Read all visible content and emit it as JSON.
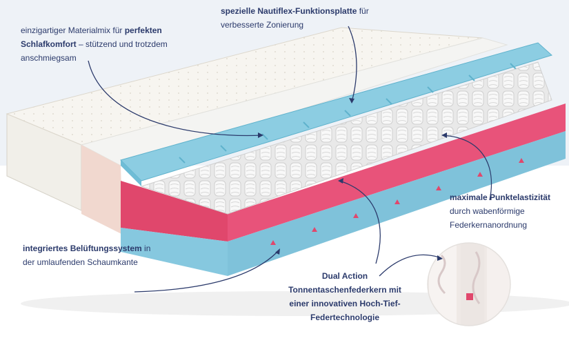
{
  "annotations": {
    "material": {
      "prefix": "einzigartiger Materialmix für ",
      "bold": "perfekten Schlafkomfort",
      "suffix": " – stützend und trotzdem anschmiegsam"
    },
    "nautiflex": {
      "bold": "spezielle Nautiflex-Funktionsplatte",
      "suffix": " für verbesserte Zonierung"
    },
    "punkt": {
      "bold": "maximale Punktelastizität",
      "suffix": " durch wabenförmige Federkernanordnung"
    },
    "belueftung": {
      "bold": "integriertes Belüftungssystem",
      "suffix": " in der umlaufenden Schaumkante"
    },
    "dual_action": {
      "bold": "Dual Action Tonnentaschenfederkern mit einer innovativen Hoch-Tief-Federtechnologie"
    }
  },
  "colors": {
    "text": "#2b3a6b",
    "foam_blue": "#7ec9e0",
    "foam_pink": "#e0476c",
    "pocket_springs": "#eeeeee",
    "cover": "#f6f4ef"
  }
}
